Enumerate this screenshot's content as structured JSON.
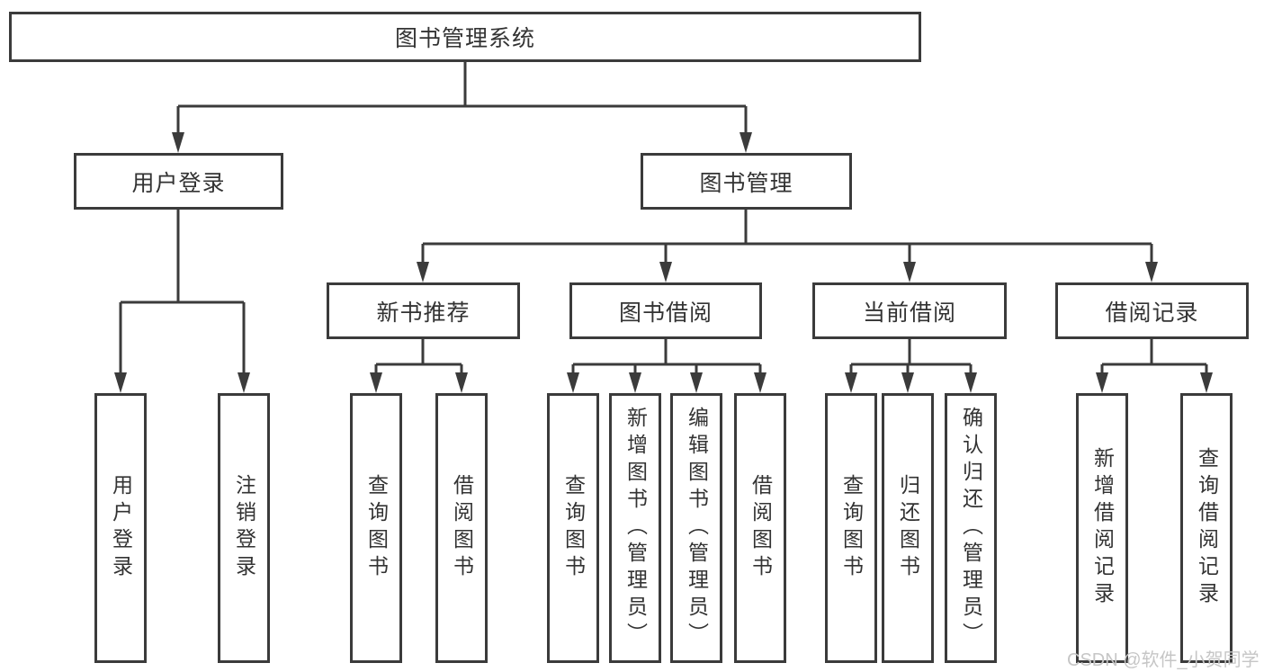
{
  "diagram": {
    "root": {
      "label": "图书管理系统"
    },
    "branches": [
      {
        "label": "用户登录",
        "children": [
          {
            "label": "用户登录"
          },
          {
            "label": "注销登录"
          }
        ]
      },
      {
        "label": "图书管理",
        "children": [
          {
            "label": "新书推荐",
            "children": [
              {
                "label": "查询图书"
              },
              {
                "label": "借阅图书"
              }
            ]
          },
          {
            "label": "图书借阅",
            "children": [
              {
                "label": "查询图书"
              },
              {
                "label": "新增图书（管理员）"
              },
              {
                "label": "编辑图书（管理员）"
              },
              {
                "label": "借阅图书"
              }
            ]
          },
          {
            "label": "当前借阅",
            "children": [
              {
                "label": "查询图书"
              },
              {
                "label": "归还图书"
              },
              {
                "label": "确认归还（管理员）"
              }
            ]
          },
          {
            "label": "借阅记录",
            "children": [
              {
                "label": "新增借阅记录"
              },
              {
                "label": "查询借阅记录"
              }
            ]
          }
        ]
      }
    ]
  },
  "watermark": {
    "text": "CSDN @软件_小贺同学"
  },
  "colors": {
    "line": "#3b3b3b",
    "box_border": "#3b3b3b",
    "text": "#333333",
    "watermark": "#c6c6c6",
    "background": "#ffffff"
  }
}
